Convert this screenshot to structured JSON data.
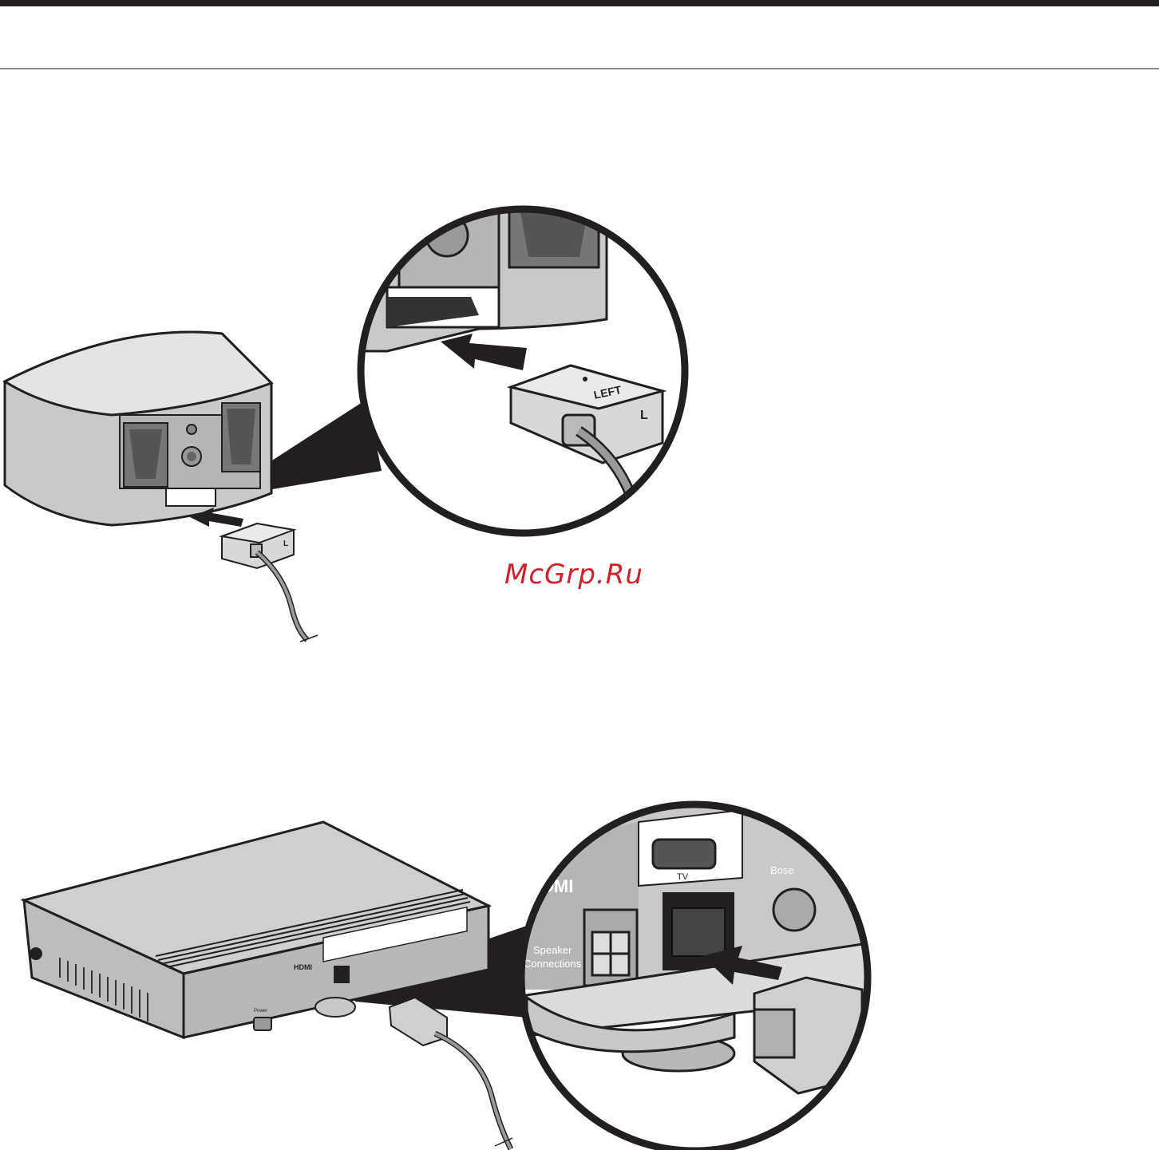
{
  "watermark": "McGrp.Ru",
  "labels": {
    "speaker_l": "L",
    "speaker_left": "LEFT",
    "hdmi": "HDMI",
    "hdmi_zoom": "DMI",
    "tv": "TV",
    "speaker_connections_1": "Speaker",
    "speaker_connections_2": "Connections",
    "bose": "Bose",
    "power": "Power"
  },
  "icons": [
    "arrow-right-icon",
    "arrow-right-icon"
  ]
}
